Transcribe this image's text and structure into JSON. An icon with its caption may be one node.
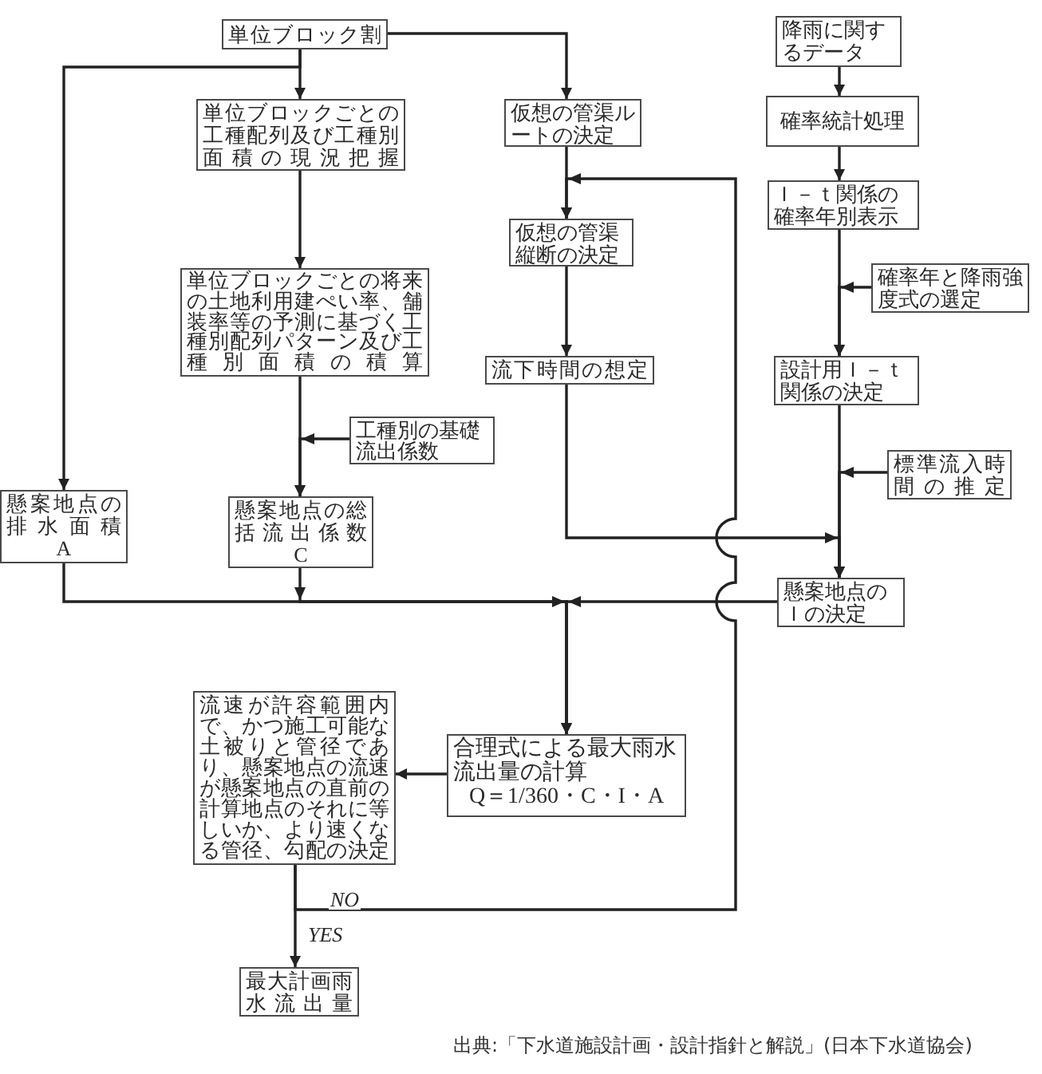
{
  "diagram": {
    "nodes": [
      {
        "text": [
          "単位ブロック割"
        ]
      },
      {
        "text": [
          "単位ブロックごとの工種配列及び工種別面積の現況把握"
        ]
      },
      {
        "text": [
          "単位ブロックごとの将来の土地利用建ぺい率、舗装率等の予測に基づく工種別配列パターン及び工種別面積の積算"
        ]
      },
      {
        "text": [
          "工種別の基礎流出係数"
        ]
      },
      {
        "text": [
          "懸案地点の排水面積",
          "A"
        ]
      },
      {
        "text": [
          "懸案地点の総括流出係数",
          "C"
        ]
      },
      {
        "text": [
          "仮想の管渠ルートの決定"
        ]
      },
      {
        "text": [
          "仮想の管渠縦断の決定"
        ]
      },
      {
        "text": [
          "流下時間の想定"
        ]
      },
      {
        "text": [
          "降雨に関するデータ"
        ]
      },
      {
        "text": [
          "確率統計処理"
        ]
      },
      {
        "text": [
          "Ｉ－ｔ関係の確率年別表示"
        ]
      },
      {
        "text": [
          "確率年と降雨強度式の選定"
        ]
      },
      {
        "text": [
          "設計用Ｉ－ｔ関係の決定"
        ]
      },
      {
        "text": [
          "標準流入時間の推定"
        ]
      },
      {
        "text": [
          "懸案地点のＩの決定"
        ]
      },
      {
        "text": [
          "合理式による最大雨水流出量の計算",
          "Q＝1/360・C・I・A"
        ]
      },
      {
        "text": [
          "流速が許容範囲内で、かつ施工可能な土被りと管径であり、懸案地点の流速が懸案地点の直前の計算地点のそれに等しいか、より速くなる管径、勾配の決定"
        ]
      },
      {
        "text": [
          "最大計画雨水流出量"
        ]
      }
    ],
    "edges": [
      {
        "from": 0,
        "to": 1,
        "arrow": "to"
      },
      {
        "from": 0,
        "to": 4,
        "arrow": "to"
      },
      {
        "from": 0,
        "to": 6,
        "arrow": "to"
      },
      {
        "from": 1,
        "to": 2,
        "arrow": "to"
      },
      {
        "from": 2,
        "to": 5,
        "arrow": "to"
      },
      {
        "from": 3,
        "to": 5,
        "arrow": "to"
      },
      {
        "from": 6,
        "to": 7,
        "arrow": "to"
      },
      {
        "from": 7,
        "to": 8,
        "arrow": "to"
      },
      {
        "from": 8,
        "to": 15,
        "arrow": "to"
      },
      {
        "from": 9,
        "to": 10,
        "arrow": "to"
      },
      {
        "from": 10,
        "to": 11,
        "arrow": "to"
      },
      {
        "from": 11,
        "to": 13,
        "arrow": "to"
      },
      {
        "from": 12,
        "to": 13,
        "arrow": "to"
      },
      {
        "from": 13,
        "to": 15,
        "arrow": "to"
      },
      {
        "from": 14,
        "to": 15,
        "arrow": "to"
      },
      {
        "from": 4,
        "to": 16,
        "arrow": "to"
      },
      {
        "from": 5,
        "to": 16,
        "arrow": "to"
      },
      {
        "from": 15,
        "to": 16,
        "arrow": "to"
      },
      {
        "from": 16,
        "to": 17,
        "arrow": "to"
      },
      {
        "from": 17,
        "to": 18,
        "arrow": "to",
        "label": "YES"
      },
      {
        "from": 17,
        "to": 7,
        "arrow": "to",
        "label": "NO"
      }
    ],
    "caption": "出典:「下水道施設計画・設計指針と解説」(日本下水道協会)"
  }
}
